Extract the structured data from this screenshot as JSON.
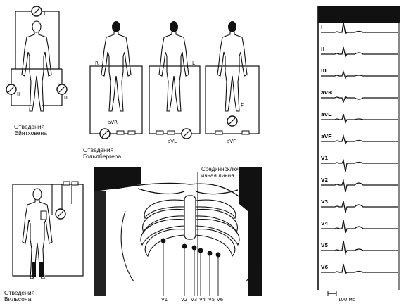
{
  "sections": {
    "einthoven": {
      "caption_line1": "Отведения",
      "caption_line2": "Эйнтховена",
      "lead_I": "I",
      "lead_II": "II",
      "lead_III": "III"
    },
    "goldberger": {
      "caption_line1": "Отведения",
      "caption_line2": "Гольдбергера",
      "label_R": "R",
      "label_L": "L",
      "label_F": "F",
      "lead_aVR": "aVR",
      "lead_aVL": "aVL",
      "lead_aVF": "aVF"
    },
    "wilson": {
      "caption_line1": "Отведения",
      "caption_line2": "Вильсона"
    },
    "chest": {
      "midline_line1": "Срединноключ-",
      "midline_line2": "ичная линия",
      "v_labels": [
        "V1",
        "V2",
        "V3",
        "V4",
        "V5",
        "V6"
      ]
    },
    "ecg": {
      "lead_names": [
        "I",
        "II",
        "III",
        "aVR",
        "aVL",
        "aVF",
        "V1",
        "V2",
        "V3",
        "V4",
        "V5",
        "V6"
      ],
      "scale_label": "100 мс"
    }
  }
}
